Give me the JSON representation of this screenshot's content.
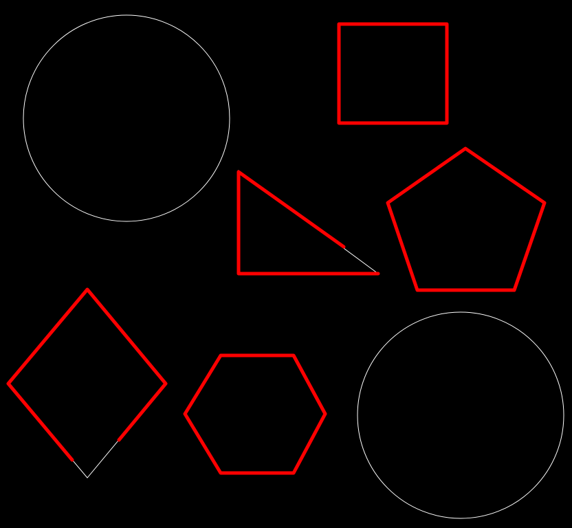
{
  "background_color": "#000000",
  "colors": {
    "highlight": "#ff0000",
    "outline": "#ffffff"
  },
  "shapes": [
    {
      "name": "circle-top-left",
      "kind": "circle",
      "highlighted": false
    },
    {
      "name": "square",
      "kind": "square",
      "highlighted": true
    },
    {
      "name": "triangle",
      "kind": "right-triangle",
      "highlighted": true,
      "partially_highlighted": true
    },
    {
      "name": "pentagon",
      "kind": "pentagon",
      "highlighted": true
    },
    {
      "name": "diamond",
      "kind": "diamond",
      "highlighted": true,
      "partially_highlighted": true
    },
    {
      "name": "hexagon",
      "kind": "hexagon",
      "highlighted": true
    },
    {
      "name": "circle-bottom-right",
      "kind": "circle",
      "highlighted": false
    }
  ]
}
